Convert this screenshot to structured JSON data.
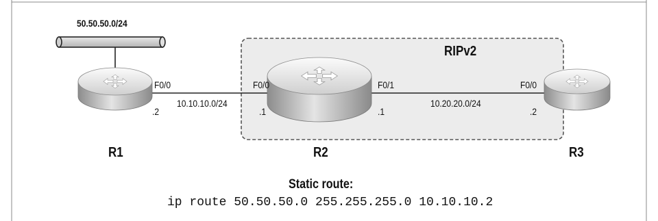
{
  "network_label": "50.50.50.0/24",
  "cloud_label": "RIPv2",
  "routers": {
    "r1": {
      "name": "R1",
      "interface": "F0/0",
      "ip_suffix": ".2"
    },
    "r2": {
      "name": "R2",
      "left_interface": "F0/0",
      "left_ip_suffix": ".1",
      "right_interface": "F0/1",
      "right_ip_suffix": ".1"
    },
    "r3": {
      "name": "R3",
      "interface": "F0/0",
      "ip_suffix": ".2"
    }
  },
  "links": {
    "r1_r2_subnet": "10.10.10.0/24",
    "r2_r3_subnet": "10.20.20.0/24"
  },
  "static_route": {
    "title": "Static route:",
    "command": "ip route 50.50.50.0 255.255.255.0 10.10.10.2"
  }
}
